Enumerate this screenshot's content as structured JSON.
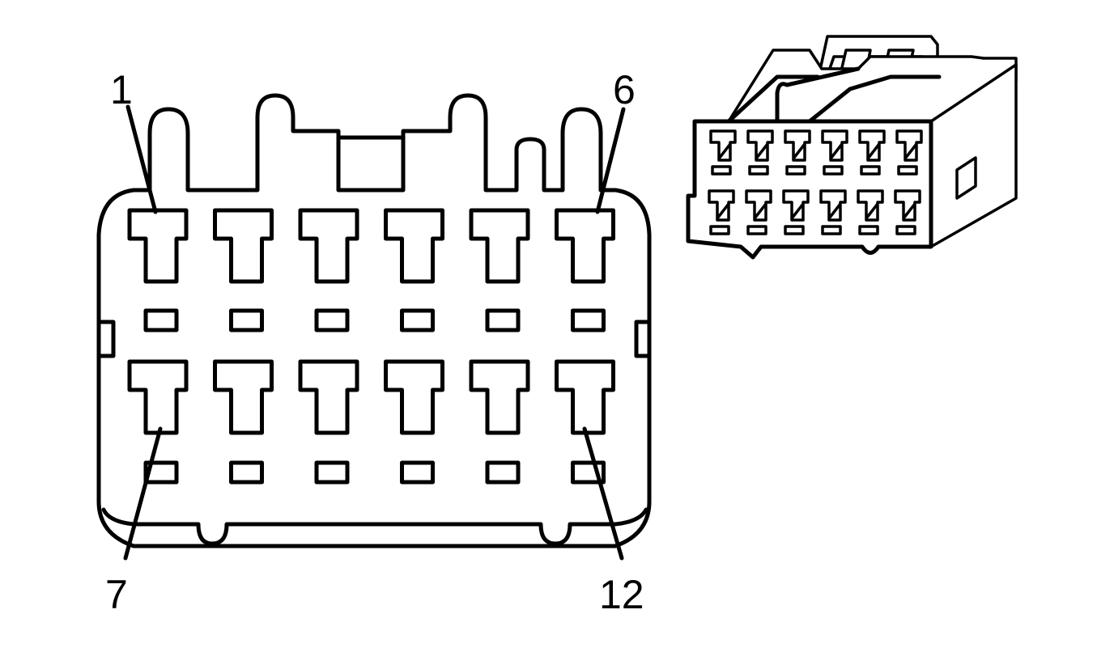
{
  "diagram": {
    "pin_labels": {
      "top_left": "1",
      "top_right": "6",
      "bottom_left": "7",
      "bottom_right": "12"
    },
    "rows": 2,
    "pins_per_row": 6,
    "colors": {
      "line": "#000000",
      "background": "#ffffff"
    }
  }
}
